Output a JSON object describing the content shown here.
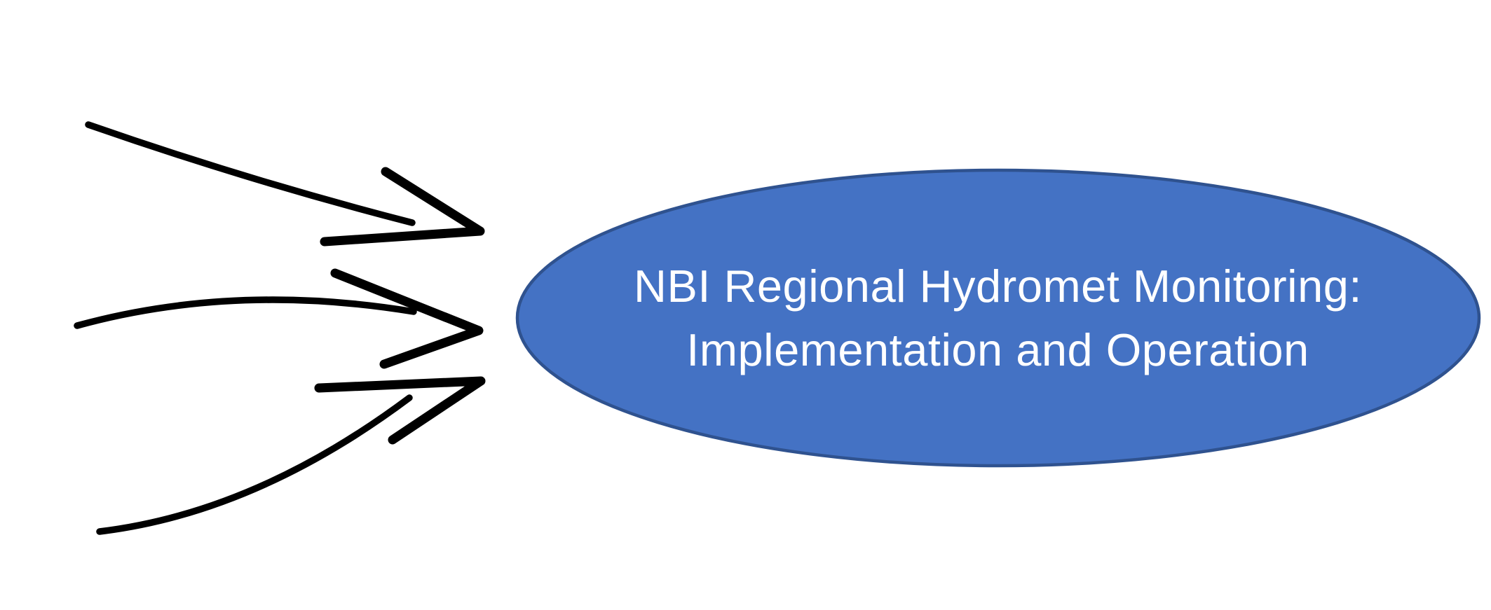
{
  "node": {
    "label_line1": "NBI Regional Hydromet Monitoring:",
    "label_line2": "Implementation and Operation",
    "fill_color": "#4472C4",
    "border_color": "#2F528F",
    "text_color": "#FFFFFF"
  },
  "arrows": {
    "color": "#000000",
    "count": 3,
    "items": [
      {
        "name": "top-arrow"
      },
      {
        "name": "middle-arrow"
      },
      {
        "name": "bottom-arrow"
      }
    ]
  }
}
